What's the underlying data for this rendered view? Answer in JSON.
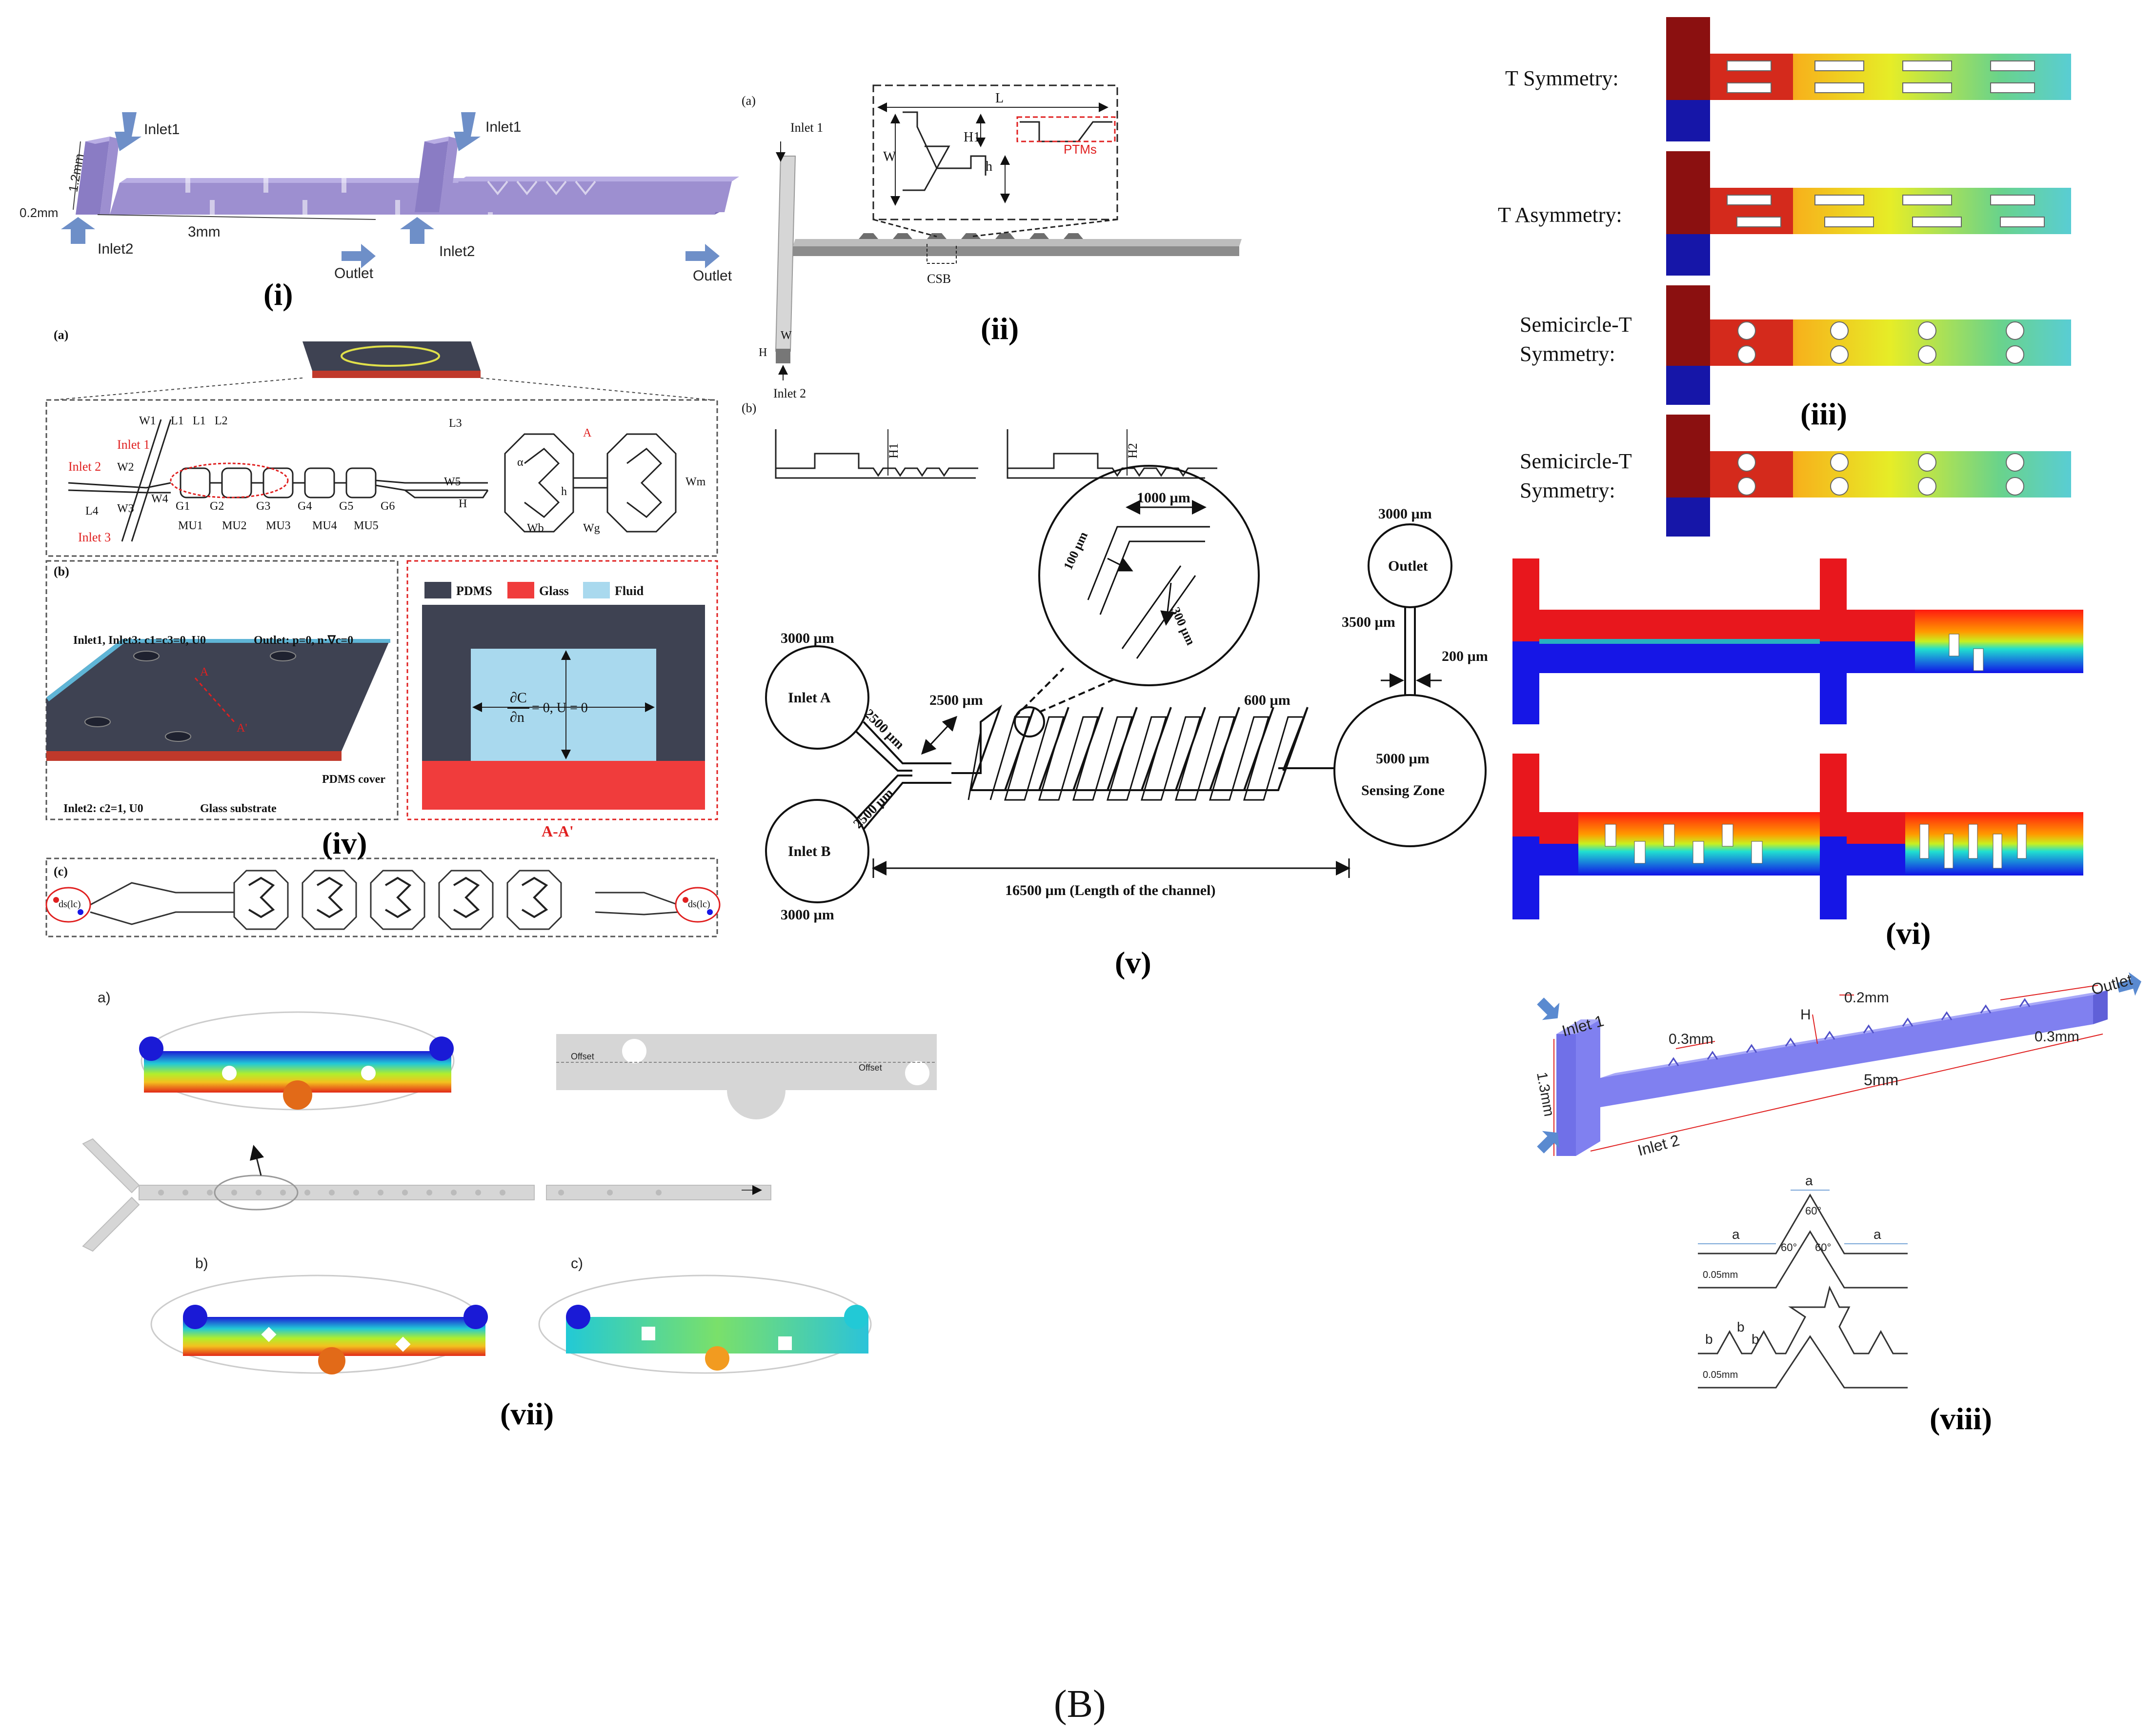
{
  "caption": "(B)",
  "panels": {
    "i": {
      "label": "(i)",
      "inlet1": "Inlet1",
      "inlet2": "Inlet2",
      "outlet": "Outlet",
      "dim_height": "1.2mm",
      "dim_depth": "0.2mm",
      "dim_length": "3mm",
      "colors": {
        "channel": "#9d8fd0",
        "arrow": "#6e8fc8"
      }
    },
    "ii": {
      "label": "(ii)",
      "sub_a": "(a)",
      "sub_b": "(b)",
      "inlet1": "Inlet 1",
      "inlet2": "Inlet 2",
      "L": "L",
      "W": "W",
      "H1": "H1",
      "H2": "H2",
      "h": "h",
      "H": "H",
      "ptms": "PTMs",
      "csb": "CSB"
    },
    "iii": {
      "label": "(iii)",
      "rows": [
        "T Symmetry:",
        "T Asymmetry:",
        "Semicircle-T Symmetry:",
        "Semicircle-T Symmetry:"
      ],
      "rows_line1": [
        "T Symmetry:",
        "T Asymmetry:",
        "Semicircle-T",
        "Semicircle-T"
      ],
      "rows_line2": [
        "",
        "",
        "Symmetry:",
        "Symmetry:"
      ]
    },
    "iv": {
      "label": "(iv)",
      "sub_a": "(a)",
      "sub_b": "(b)",
      "sub_c": "(c)",
      "inlet1": "Inlet 1",
      "inlet2": "Inlet 2",
      "inlet3": "Inlet 3",
      "dims": [
        "W1",
        "L1",
        "L1",
        "L2",
        "L3",
        "W2",
        "W3",
        "W4",
        "W5",
        "Wm",
        "H",
        "L4",
        "h",
        "Wb",
        "Wg",
        "α",
        "A"
      ],
      "mixing_units": [
        "MU1",
        "MU2",
        "MU3",
        "MU4",
        "MU5"
      ],
      "gaps": [
        "G1",
        "G2",
        "G3",
        "G4",
        "G5",
        "G6"
      ],
      "legend": [
        "PDMS",
        "Glass",
        "Fluid"
      ],
      "legend_colors": [
        "#3e4252",
        "#f03c3c",
        "#a9d9ee"
      ],
      "inlet13_bc": "Inlet1, Inlet3: c1=c3=0, U0",
      "outlet_bc": "Outlet: p=0, n·∇c=0",
      "inlet2_bc": "Inlet2: c2=1, U0",
      "pdms_cover": "PDMS cover",
      "glass_substrate": "Glass substrate",
      "section_A": "A",
      "section_A2": "A'",
      "section_title": "A-A'",
      "bc_fraction_num": "∂C",
      "bc_fraction_den": "∂n",
      "bc_rhs": "= 0, U = 0",
      "ds_label": "ds(lc)"
    },
    "v": {
      "label": "(v)",
      "inlet_a": "Inlet A",
      "inlet_b": "Inlet B",
      "outlet": "Outlet",
      "sensing_zone": "Sensing Zone",
      "d_inlet_a": "3000 µm",
      "d_inlet_b": "3000 µm",
      "d_outlet": "3000 µm",
      "d_sensing": "5000 µm",
      "l_inlet_a": "2500 µm",
      "l_inlet_b": "2500 µm",
      "l_seg": "2500 µm",
      "l_zig": "600 µm",
      "l_out": "3500 µm",
      "w_out": "200 µm",
      "zoom_1000": "1000 µm",
      "zoom_100": "100 µm",
      "zoom_300": "300 µm",
      "channel_length": "16500 µm (Length of the channel)"
    },
    "vi": {
      "label": "(vi)",
      "colors": {
        "red": "#e8171d",
        "blue": "#1616e6"
      }
    },
    "vii": {
      "label": "(vii)",
      "sub_a": "a)",
      "sub_b": "b)",
      "sub_c": "c)",
      "offset": "Offset"
    },
    "viii": {
      "label": "(viii)",
      "inlet1": "Inlet 1",
      "inlet2": "Inlet 2",
      "outlet": "Outlet",
      "dim_03a": "0.3mm",
      "dim_02": "0.2mm",
      "dim_03b": "0.3mm",
      "dim_5": "5mm",
      "dim_13": "1.3mm",
      "H": "H",
      "a": "a",
      "b": "b",
      "angle": "60°",
      "depth": "0.05mm",
      "colors": {
        "channel": "#8080f0"
      }
    }
  }
}
